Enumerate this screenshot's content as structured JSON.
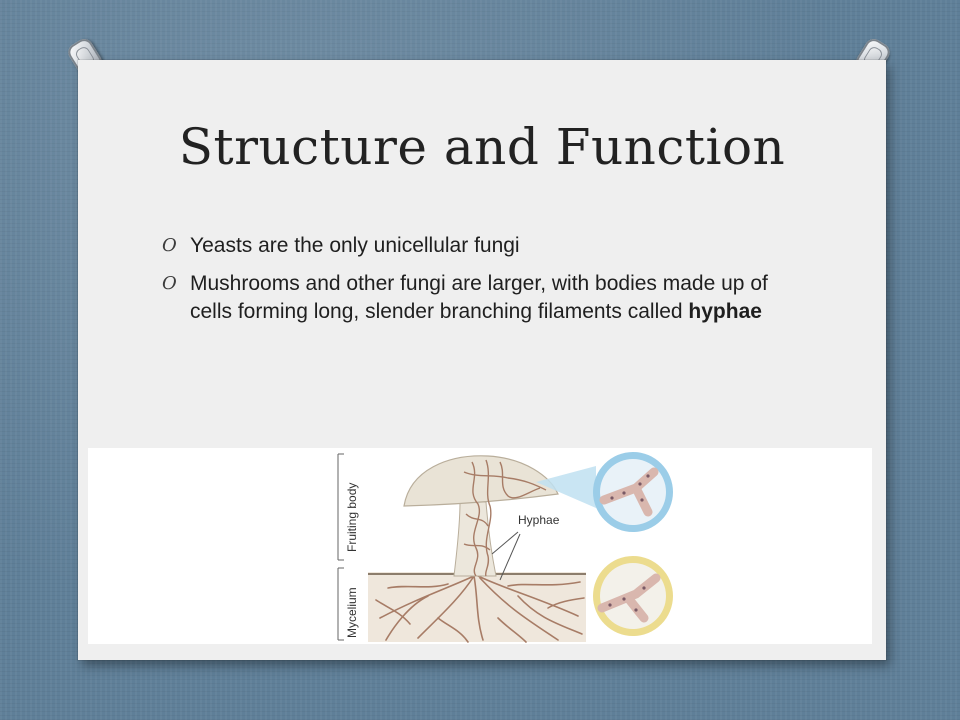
{
  "slide": {
    "title": "Structure and Function",
    "bullets": [
      {
        "marker": "O",
        "text": "Yeasts are the only unicellular fungi"
      },
      {
        "marker": "O",
        "text": "Mushrooms and other fungi are larger, with bodies made up of cells forming long, slender branching filaments called ",
        "bold": "hyphae"
      }
    ]
  },
  "figure": {
    "labels": {
      "fruiting_body": "Fruiting body",
      "mycelium": "Mycelium",
      "hyphae": "Hyphae"
    },
    "colors": {
      "cap": "#e9e3d6",
      "hyphae": "#a77c66",
      "soil": "#d8ccbc",
      "cell_ring_blue": "#5fa8d8",
      "cell_ring_yellow": "#e6d47a"
    }
  }
}
